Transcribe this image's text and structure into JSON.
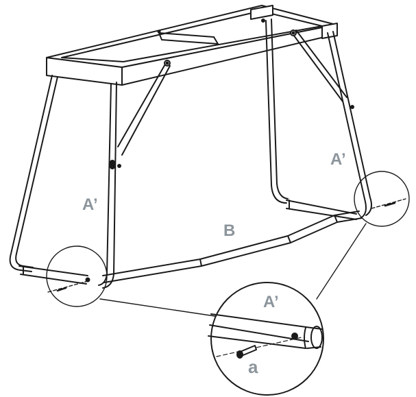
{
  "labels": {
    "leg_left": "A’",
    "leg_right": "A’",
    "crossbar": "B",
    "detail_leg": "A’",
    "detail_screw": "a"
  },
  "colors": {
    "line": "#1a1a1a",
    "label": "#8c959c",
    "background": "#ffffff"
  }
}
